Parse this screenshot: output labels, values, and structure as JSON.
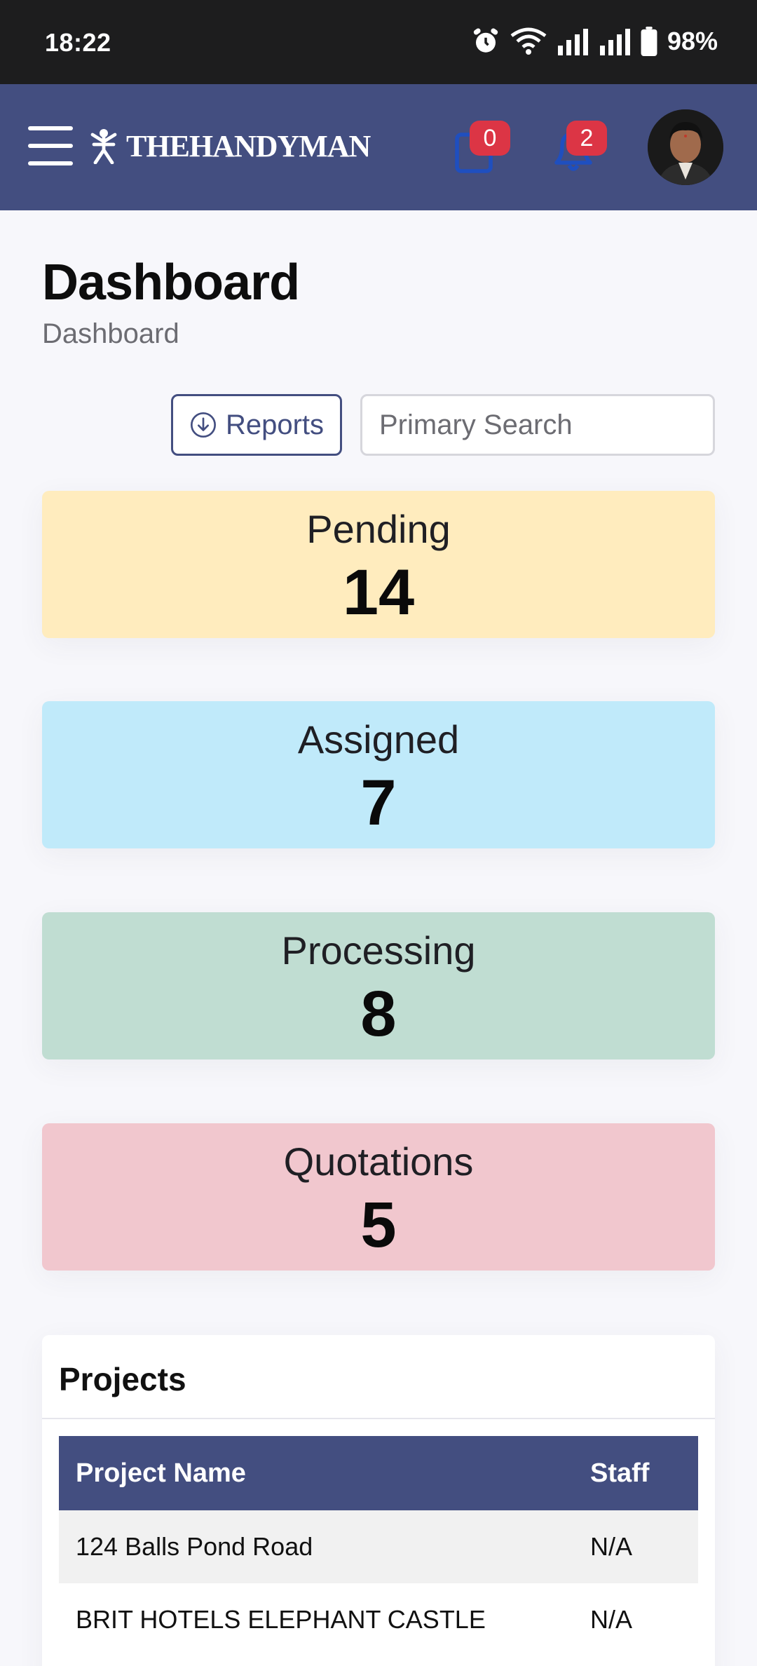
{
  "status_bar": {
    "time": "18:22",
    "battery": "98%",
    "icons": [
      "alarm-icon",
      "wifi-icon",
      "signal-icon",
      "signal-icon",
      "battery-icon"
    ]
  },
  "app_bar": {
    "brand": "THEHANDYMAN",
    "cart_count": "0",
    "notification_count": "2",
    "colors": {
      "background": "#434e80",
      "badge": "#dc3545",
      "icon": "#1f4fbf"
    }
  },
  "page": {
    "title": "Dashboard",
    "breadcrumb": "Dashboard"
  },
  "toolbar": {
    "reports_label": "Reports",
    "search_placeholder": "Primary Search"
  },
  "stats": [
    {
      "label": "Pending",
      "value": "14",
      "color": "#ffecbe"
    },
    {
      "label": "Assigned",
      "value": "7",
      "color": "#c0eafa"
    },
    {
      "label": "Processing",
      "value": "8",
      "color": "#c0ddd2"
    },
    {
      "label": "Quotations",
      "value": "5",
      "color": "#f1c7ce"
    }
  ],
  "projects": {
    "title": "Projects",
    "columns": [
      "Project Name",
      "Staff"
    ],
    "rows": [
      {
        "name": "124 Balls Pond Road",
        "staff": "N/A"
      },
      {
        "name": "BRIT HOTELS ELEPHANT CASTLE",
        "staff": "N/A"
      }
    ]
  }
}
